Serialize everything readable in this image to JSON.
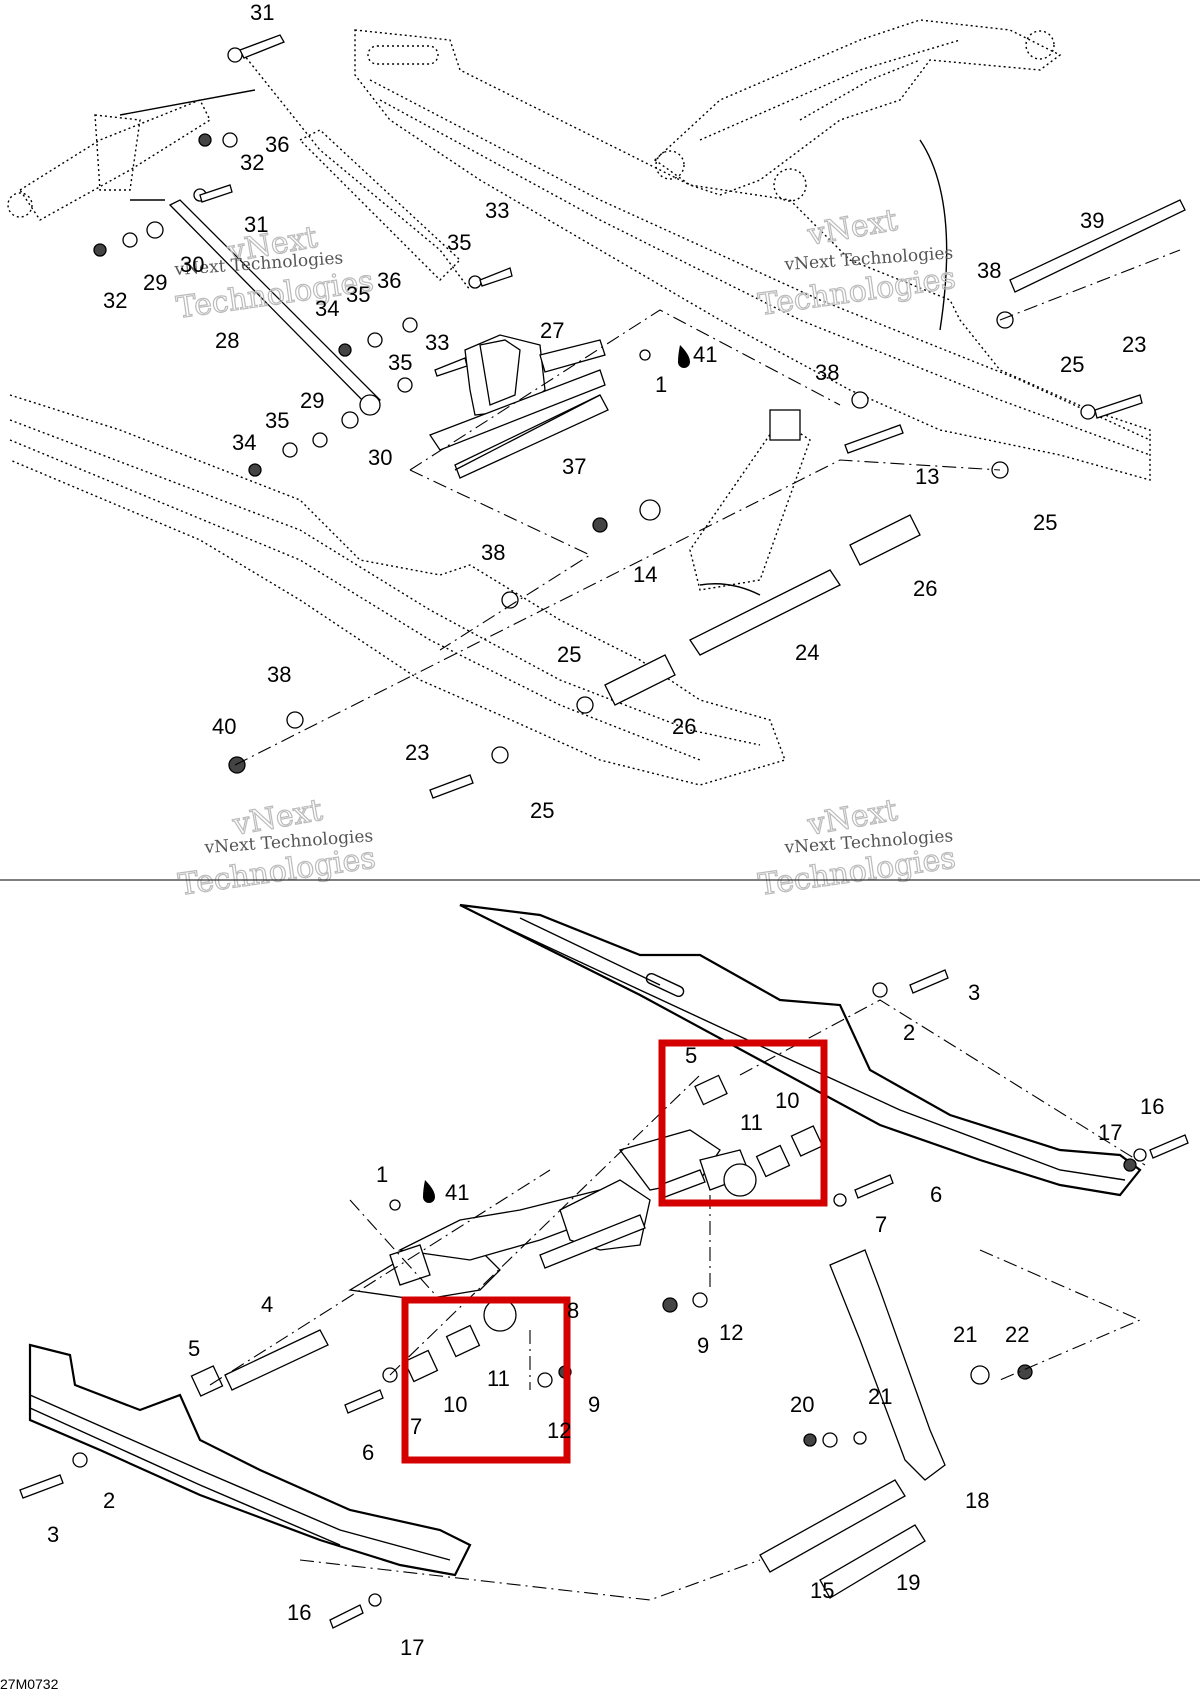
{
  "diagram": {
    "figure_code": "27M0732",
    "watermark": {
      "line1": "vNext",
      "line2": "vNext Technologies",
      "line3": "Technologies"
    },
    "highlight_color": "#d40000",
    "top_callouts": [
      {
        "label": "31"
      },
      {
        "label": "36"
      },
      {
        "label": "32"
      },
      {
        "label": "31"
      },
      {
        "label": "30"
      },
      {
        "label": "29"
      },
      {
        "label": "32"
      },
      {
        "label": "28"
      },
      {
        "label": "33"
      },
      {
        "label": "35"
      },
      {
        "label": "36"
      },
      {
        "label": "35"
      },
      {
        "label": "34"
      },
      {
        "label": "33"
      },
      {
        "label": "35"
      },
      {
        "label": "29"
      },
      {
        "label": "35"
      },
      {
        "label": "34"
      },
      {
        "label": "30"
      },
      {
        "label": "27"
      },
      {
        "label": "41"
      },
      {
        "label": "1"
      },
      {
        "label": "37"
      },
      {
        "label": "39"
      },
      {
        "label": "38"
      },
      {
        "label": "23"
      },
      {
        "label": "25"
      },
      {
        "label": "38"
      },
      {
        "label": "13"
      },
      {
        "label": "25"
      },
      {
        "label": "14"
      },
      {
        "label": "26"
      },
      {
        "label": "24"
      },
      {
        "label": "38"
      },
      {
        "label": "25"
      },
      {
        "label": "26"
      },
      {
        "label": "38"
      },
      {
        "label": "40"
      },
      {
        "label": "23"
      },
      {
        "label": "25"
      }
    ],
    "bottom_callouts": [
      {
        "label": "3"
      },
      {
        "label": "2"
      },
      {
        "label": "5"
      },
      {
        "label": "10"
      },
      {
        "label": "11"
      },
      {
        "label": "16"
      },
      {
        "label": "17"
      },
      {
        "label": "6"
      },
      {
        "label": "7"
      },
      {
        "label": "1"
      },
      {
        "label": "41"
      },
      {
        "label": "4"
      },
      {
        "label": "5"
      },
      {
        "label": "8"
      },
      {
        "label": "11"
      },
      {
        "label": "10"
      },
      {
        "label": "7"
      },
      {
        "label": "6"
      },
      {
        "label": "9"
      },
      {
        "label": "12"
      },
      {
        "label": "9"
      },
      {
        "label": "12"
      },
      {
        "label": "21"
      },
      {
        "label": "22"
      },
      {
        "label": "20"
      },
      {
        "label": "21"
      },
      {
        "label": "18"
      },
      {
        "label": "2"
      },
      {
        "label": "3"
      },
      {
        "label": "15"
      },
      {
        "label": "19"
      },
      {
        "label": "16"
      },
      {
        "label": "17"
      }
    ]
  }
}
